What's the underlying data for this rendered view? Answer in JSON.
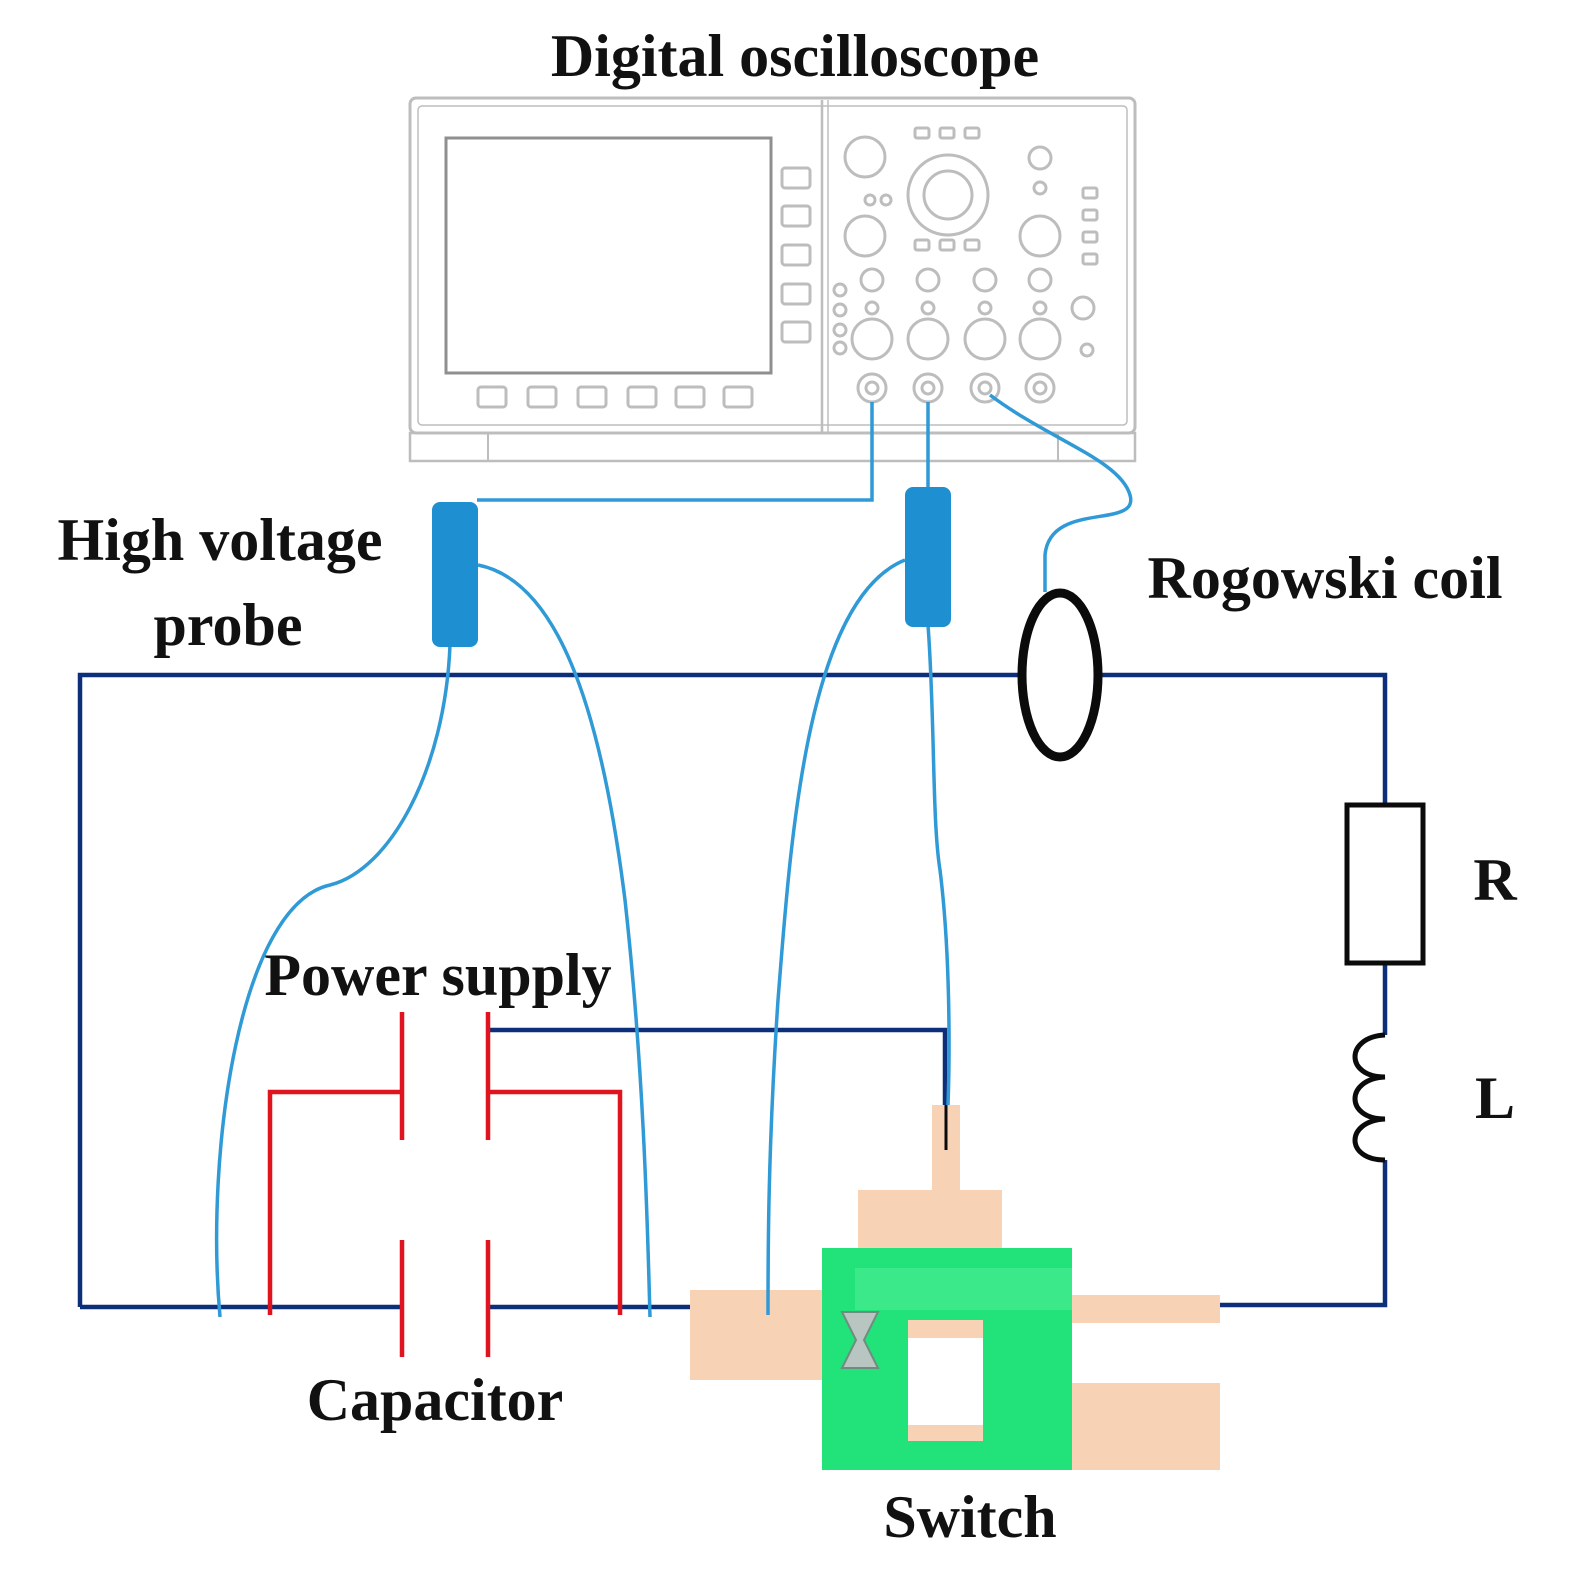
{
  "labels": {
    "oscilloscope": "Digital oscilloscope",
    "hv_probe_line1": "High voltage",
    "hv_probe_line2": "probe",
    "rogowski": "Rogowski coil",
    "resistor": "R",
    "inductor": "L",
    "power_supply": "Power supply",
    "capacitor": "Capacitor",
    "switch": "Switch"
  },
  "colors": {
    "circuit_wire": "#0d2f7a",
    "probe_cable": "#2f9ad6",
    "probe_body": "#1e8fd0",
    "capacitor": "#e0141e",
    "coil": "#111111",
    "switch_electrode": "#f7d2b5",
    "switch_body": "#22e37a",
    "instrument_outline": "#bdbdbd"
  },
  "icons": {
    "oscilloscope": "oscilloscope-icon",
    "probe": "probe-icon",
    "coil": "rogowski-coil-icon",
    "resistor": "resistor-icon",
    "inductor": "inductor-icon",
    "capacitor": "capacitor-icon",
    "switch": "switch-icon"
  }
}
